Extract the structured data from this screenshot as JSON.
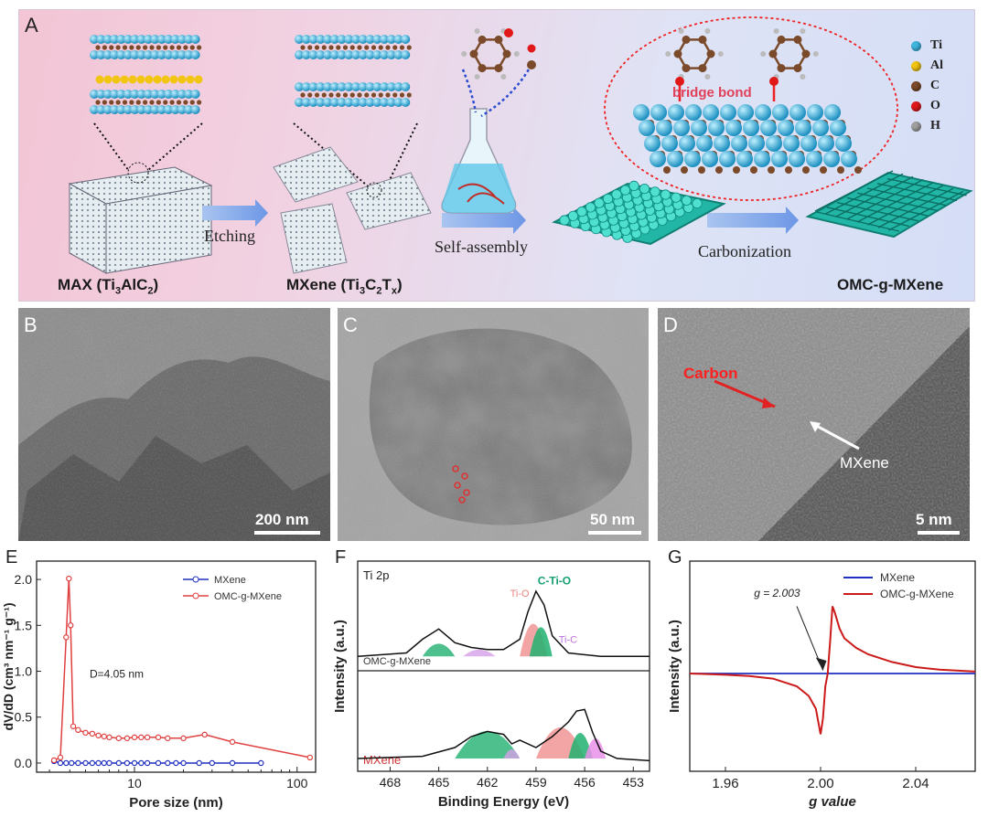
{
  "panel_a": {
    "letter": "A",
    "max_label_prefix": "MAX (Ti",
    "max_label_sub1": "3",
    "max_label_mid": "AlC",
    "max_label_sub2": "2",
    "max_label_suffix": ")",
    "mxene_label_prefix": "MXene (Ti",
    "mxene_label_sub1": "3",
    "mxene_label_mid": "C",
    "mxene_label_sub2": "2",
    "mxene_label_mid2": "T",
    "mxene_label_sub3": "x",
    "mxene_label_suffix": ")",
    "omc_label": "OMC-g-MXene",
    "step_etching": "Etching",
    "step_self_assembly": "Self-assembly",
    "step_carbonization": "Carbonization",
    "bridge_bond": "bridge bond",
    "legend": [
      {
        "symbol": "Ti",
        "color": "#3fb6df"
      },
      {
        "symbol": "Al",
        "color": "#f2c511"
      },
      {
        "symbol": "C",
        "color": "#7a4a2a"
      },
      {
        "symbol": "O",
        "color": "#e01818"
      },
      {
        "symbol": "H",
        "color": "#a0a0a0"
      }
    ]
  },
  "panel_b": {
    "letter": "B",
    "scale": "200 nm"
  },
  "panel_c": {
    "letter": "C",
    "scale": "50 nm"
  },
  "panel_d": {
    "letter": "D",
    "scale": "5 nm",
    "carbon_label": "Carbon",
    "mxene_label": "MXene"
  },
  "panel_e": {
    "letter": "E",
    "annotation": "D=4.05 nm"
  },
  "panel_f": {
    "letter": "F",
    "region": "Ti 2p",
    "sample_top": "OMC-g-MXene",
    "sample_bottom": "MXene",
    "peak_labels": [
      "Ti-O",
      "C-Ti-O",
      "Ti-C"
    ]
  },
  "panel_g": {
    "letter": "G",
    "annotation": "g = 2.003"
  },
  "chart_data": [
    {
      "id": "E",
      "type": "line",
      "xlabel": "Pore size (nm)",
      "ylabel": "dV/dD (cm³ nm⁻¹ g⁻¹)",
      "xscale": "log",
      "xlim": [
        2.5,
        130
      ],
      "ylim": [
        -0.1,
        2.2
      ],
      "xticks": [
        10,
        100
      ],
      "yticks": [
        0.0,
        0.5,
        1.0,
        1.5,
        2.0
      ],
      "legend_position": "top-right",
      "series": [
        {
          "name": "MXene",
          "color": "#1f2fc0",
          "x": [
            3.2,
            3.5,
            3.8,
            4.1,
            4.5,
            5,
            5.5,
            6,
            6.5,
            7,
            8,
            9,
            10,
            11,
            12,
            14,
            16,
            18,
            20,
            25,
            30,
            40,
            60
          ],
          "y": [
            0.02,
            0.0,
            0.0,
            0.0,
            0.0,
            0.0,
            0.0,
            0.0,
            0.0,
            0.0,
            0.0,
            0.0,
            0.0,
            0.0,
            0.0,
            0.0,
            0.0,
            0.0,
            0.0,
            0.0,
            0.0,
            0.0,
            0.0
          ]
        },
        {
          "name": "OMC-g-MXene",
          "color": "#e04040",
          "x": [
            3.2,
            3.5,
            3.8,
            3.95,
            4.05,
            4.2,
            4.5,
            5,
            5.5,
            6,
            6.5,
            7,
            8,
            9,
            10,
            11,
            12,
            14,
            16,
            20,
            27,
            40,
            120
          ],
          "y": [
            0.03,
            0.06,
            1.37,
            2.01,
            1.5,
            0.4,
            0.36,
            0.33,
            0.32,
            0.3,
            0.29,
            0.28,
            0.27,
            0.27,
            0.28,
            0.28,
            0.28,
            0.28,
            0.27,
            0.27,
            0.31,
            0.23,
            0.06
          ]
        }
      ]
    },
    {
      "id": "F",
      "type": "line",
      "xlabel": "Binding Energy (eV)",
      "ylabel": "Intensity (a.u.)",
      "xlim": [
        470,
        452
      ],
      "xticks": [
        468,
        465,
        462,
        459,
        456,
        453
      ],
      "series": [
        {
          "name": "OMC-g-MXene",
          "x": [
            470,
            467,
            466,
            465,
            464,
            463,
            462,
            461,
            460,
            459.5,
            459,
            458.5,
            458,
            457,
            455,
            453,
            452
          ],
          "y": [
            0.05,
            0.1,
            0.3,
            0.45,
            0.25,
            0.18,
            0.15,
            0.15,
            0.3,
            0.7,
            1.0,
            0.8,
            0.35,
            0.1,
            0.05,
            0.05,
            0.05
          ]
        },
        {
          "name": "MXene",
          "x": [
            470,
            466,
            464,
            463,
            462,
            461,
            460.5,
            460,
            459,
            458,
            457,
            456.5,
            456,
            455.5,
            455,
            454,
            452
          ],
          "y": [
            0.05,
            0.08,
            0.2,
            0.35,
            0.42,
            0.38,
            0.25,
            0.3,
            0.2,
            0.35,
            0.55,
            0.7,
            0.72,
            0.4,
            0.15,
            0.05,
            0.02
          ]
        }
      ]
    },
    {
      "id": "G",
      "type": "line",
      "xlabel": "g value",
      "ylabel": "Intensity (a.u.)",
      "xlim": [
        1.945,
        2.065
      ],
      "xticks": [
        1.96,
        2.0,
        2.04
      ],
      "legend_position": "top-right",
      "series": [
        {
          "name": "MXene",
          "color": "#2030c0",
          "x": [
            1.945,
            2.065
          ],
          "y": [
            0,
            0
          ]
        },
        {
          "name": "OMC-g-MXene",
          "color": "#cc1a1a",
          "x": [
            1.945,
            1.96,
            1.97,
            1.98,
            1.99,
            1.995,
            1.998,
            2.0,
            2.001,
            2.002,
            2.003,
            2.004,
            2.005,
            2.006,
            2.008,
            2.01,
            2.015,
            2.02,
            2.03,
            2.04,
            2.05,
            2.065
          ],
          "y": [
            0.0,
            -0.02,
            -0.04,
            -0.08,
            -0.2,
            -0.35,
            -0.55,
            -0.95,
            -0.7,
            -0.2,
            0.0,
            0.5,
            1.05,
            0.95,
            0.7,
            0.55,
            0.4,
            0.3,
            0.18,
            0.1,
            0.06,
            0.03
          ]
        }
      ]
    }
  ]
}
